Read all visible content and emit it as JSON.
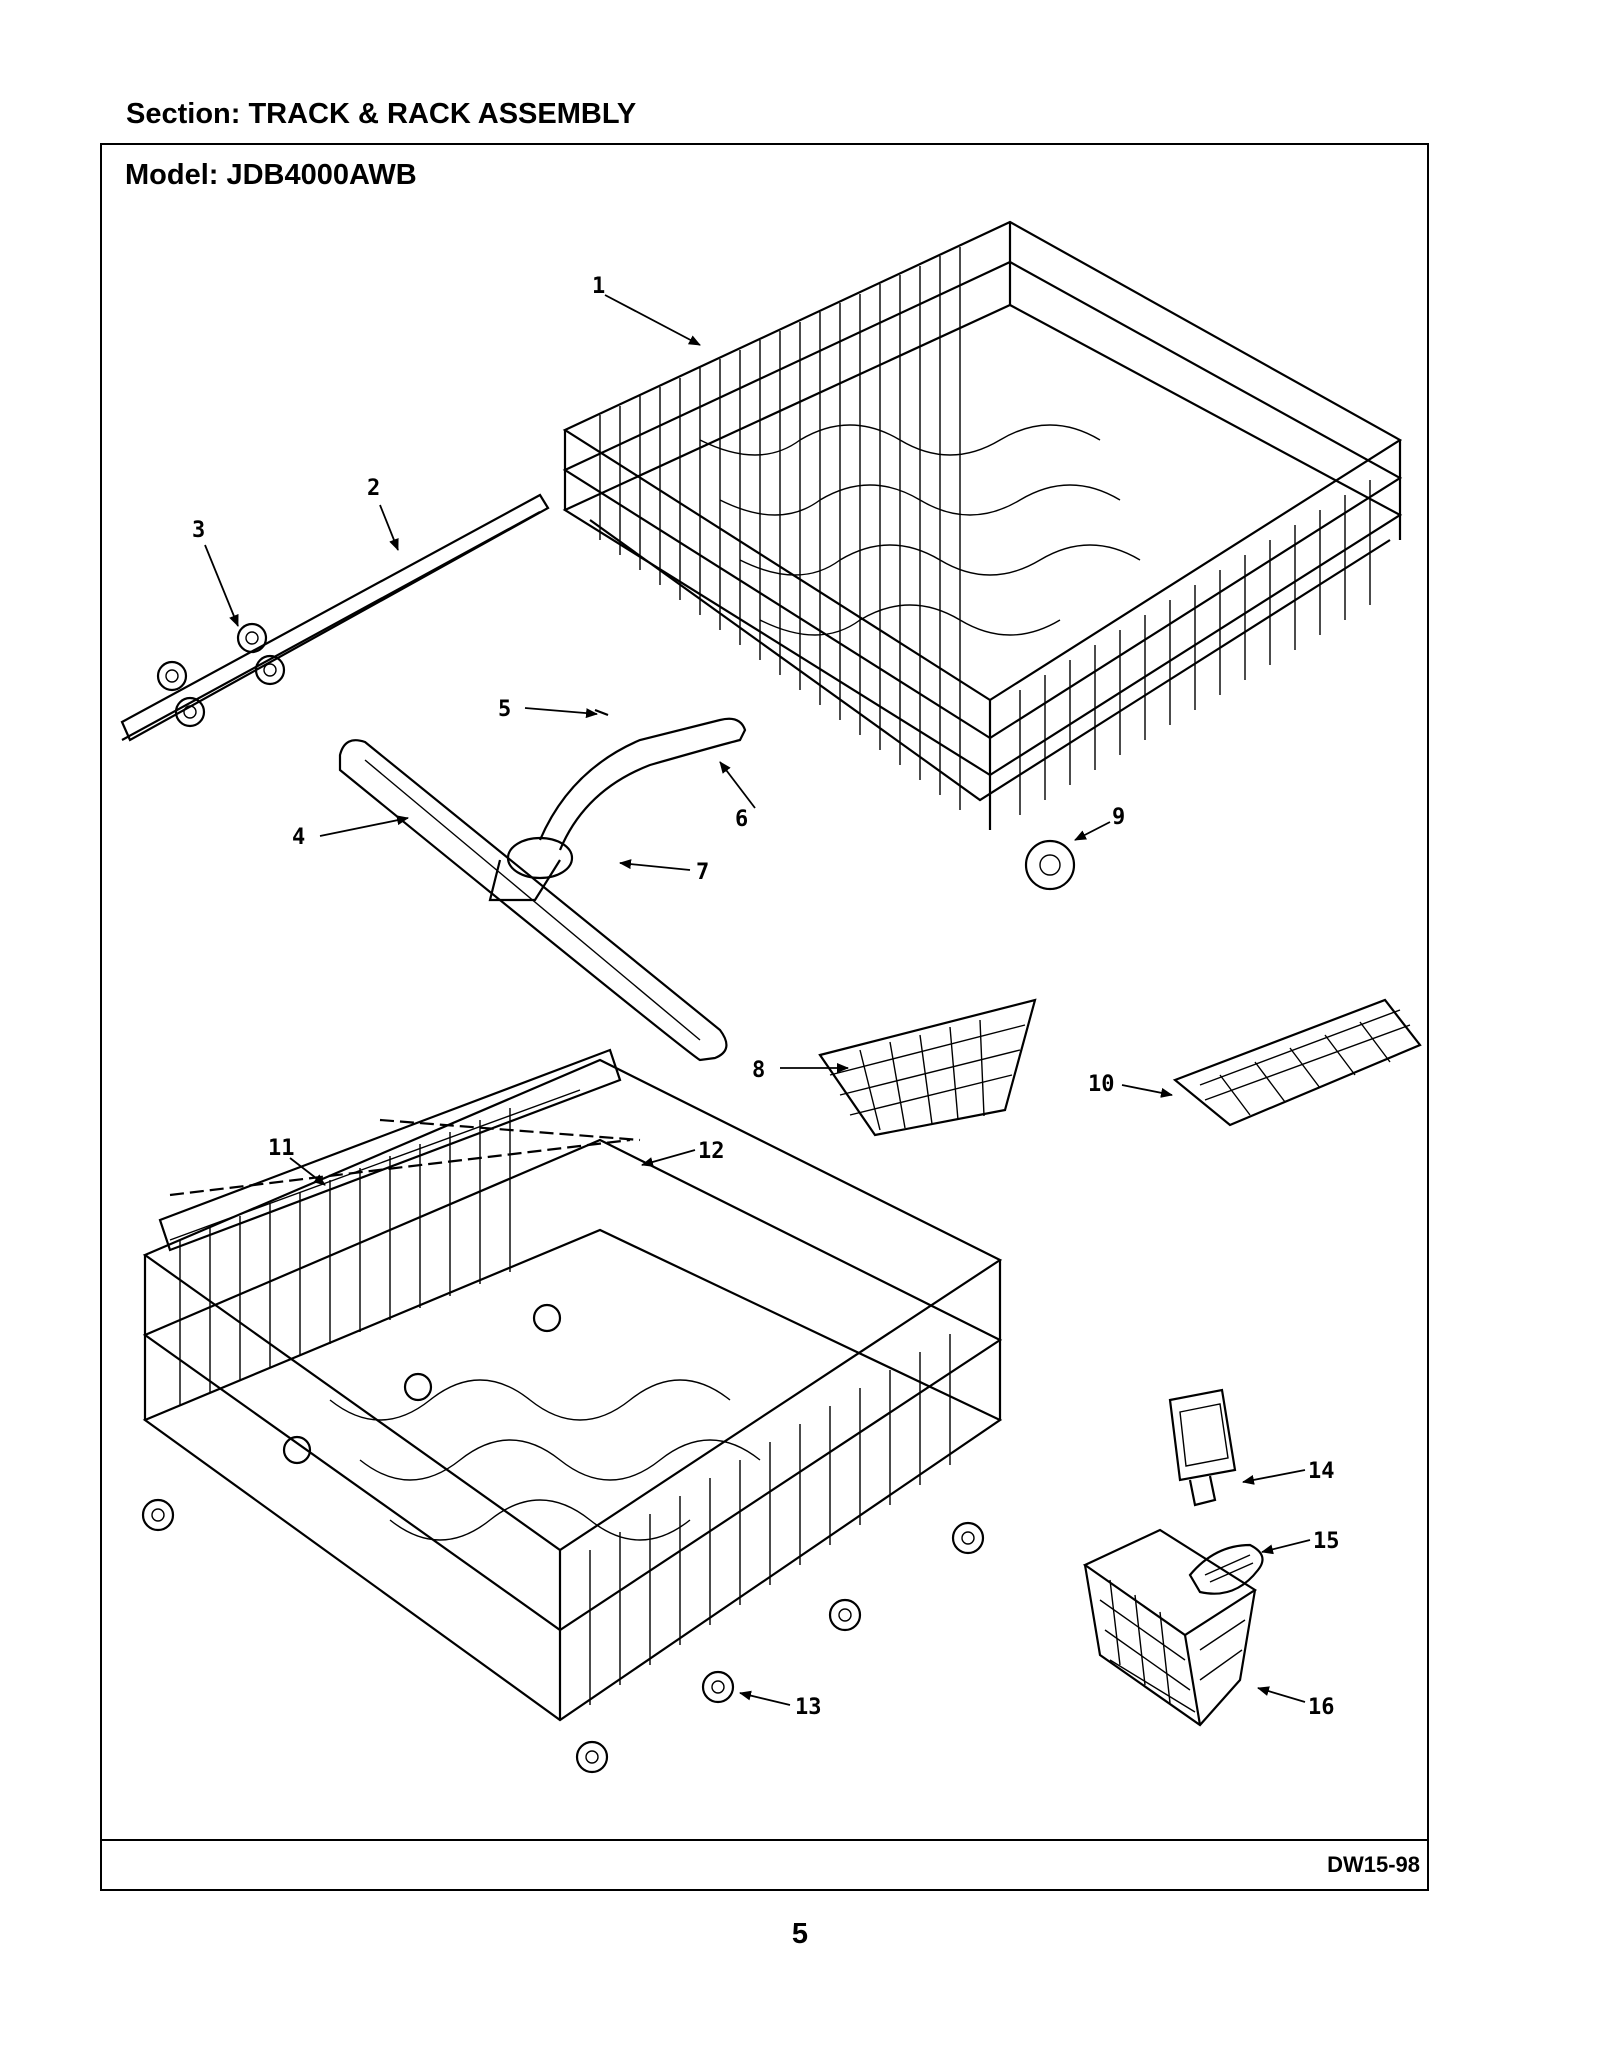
{
  "header": {
    "section_label": "Section:  TRACK & RACK ASSEMBLY",
    "model_label": "Model:  JDB4000AWB"
  },
  "footer": {
    "doc_code": "DW15-98",
    "page_number": "5"
  },
  "callouts": {
    "c1": "1",
    "c2": "2",
    "c3": "3",
    "c4": "4",
    "c5": "5",
    "c6": "6",
    "c7": "7",
    "c8": "8",
    "c9": "9",
    "c10": "10",
    "c11": "11",
    "c12": "12",
    "c13": "13",
    "c14": "14",
    "c15": "15",
    "c16": "16"
  }
}
